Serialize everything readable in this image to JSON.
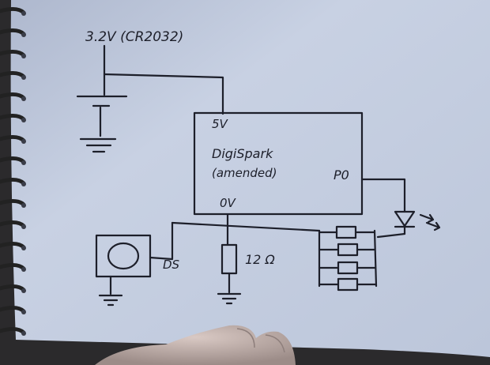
{
  "battery": {
    "label": "3.2V (CR2032)"
  },
  "mcu": {
    "name_line1": "DigiSpark",
    "name_line2": "(amended)",
    "pin_5v": "5V",
    "pin_0v": "0V",
    "pin_p0": "P0"
  },
  "resistor": {
    "label": "12 Ω"
  },
  "sensor": {
    "label": "DS"
  },
  "colors": {
    "paper": "#c9d2e4",
    "ink": "#1d1f2a"
  }
}
